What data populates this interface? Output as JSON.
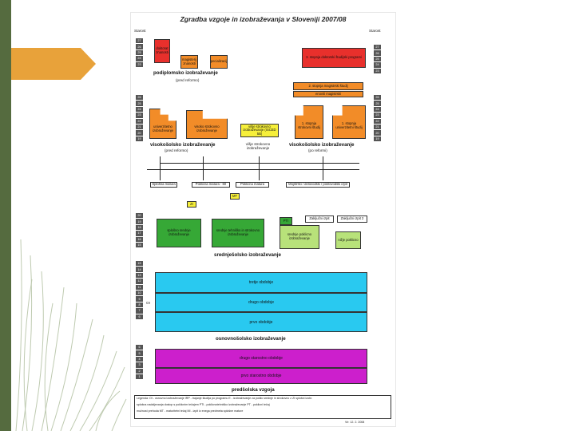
{
  "slide": {
    "accent": "#e8a23a",
    "stripe": "#556b3f"
  },
  "title": "Zgradba vzgoje in izobraževanja v Sloveniji 2007/08",
  "age_label": "Starost",
  "ages_top": [
    "27",
    "26",
    "25",
    "24",
    "23"
  ],
  "ages_mid": [
    "26",
    "25",
    "24",
    "23",
    "22",
    "21",
    "20",
    "19"
  ],
  "ages_sec": [
    "20",
    "19",
    "18",
    "17",
    "16",
    "15"
  ],
  "ages_basic": [
    "15",
    "14",
    "13",
    "12",
    "11",
    "10",
    "9",
    "8",
    "7",
    "6"
  ],
  "ages_pre": [
    "6",
    "5",
    "4",
    "3",
    "2",
    "1"
  ],
  "post_boxes": {
    "doctorate_left": "doktorat znanosti",
    "masters": "magisterij znanosti",
    "specialization": "specializacija",
    "doctorate_right": "3. stopnja doktorski študijski programi",
    "masters_2": "2. stopnja magistrski študij",
    "unified": "enoviti magistrski"
  },
  "sections": {
    "postgraduate": "podiplomsko izobraževanje",
    "before_reform": "(pred reformo)",
    "tertiary": "visokošolsko izobraževanje",
    "higher_vocational": "višje strokovno izobraževanje",
    "after_reform": "(po reformi)",
    "secondary": "srednješolsko izobraževanje",
    "basic": "osnovnošolsko izobraževanje",
    "preschool": "predšolska vzgoja"
  },
  "tertiary_boxes": {
    "university": "univerzitetno izobraževanje",
    "professional": "visoko strokovno izobraževanje",
    "higher_voc": "višje strokovno izobraževanje (ISCED 5B)",
    "first_prof": "1. stopnja strokovni študij",
    "first_univ": "1. stopnja univerzitetni študij"
  },
  "exams": {
    "general_matura": "Splošna matura",
    "vocational_matura": "Poklicna matura - MI",
    "voc_matura": "Poklicna matura",
    "master_exam": "Mojstrski / delovodski / poslovodski izpit",
    "mt": "MT",
    "zi": "ZI"
  },
  "secondary_boxes": {
    "general": "splošno srednje izobraževanje",
    "technical": "srednje tehniško in strokovno izobraževanje",
    "vocational": "srednje poklicno izobraževanje",
    "short_voc": "nižje poklicno",
    "pti": "PTI",
    "final_exam": "Zaključni izpit",
    "end_exam": "Zaključni izpit 2"
  },
  "basic_periods": [
    "tretje obdobje",
    "drugo obdobje",
    "prvo obdobje"
  ],
  "basic_side": "OI",
  "preschool_periods": [
    "drugo starostno obdobje",
    "prvo starostno obdobje"
  ],
  "legend": {
    "row1": "Legenda: OI - osnovno izobraževanje   IRP - trajanje študija po programu   E - izobraževanje za poklic   srednje in strokovno z ZI   splošni izobr.",
    "row2": "splošna nadaljevanja   dostop s poklicnim tečajem   PTI - poklicnotehniško izobraževanje   PT - poklicni tečaj",
    "row3": "možnost prehoda   MT - maturitetni tečaj   MI - izpit iz enega predmeta splošne mature",
    "date": "Vir: 12. 2. 2008"
  },
  "colors": {
    "red": "#e8302c",
    "orange": "#f28c28",
    "green": "#36a836",
    "light_green": "#b8e27a",
    "cyan": "#29c9f0",
    "magenta": "#cc1fcc",
    "yellow": "#f6ef3a"
  }
}
